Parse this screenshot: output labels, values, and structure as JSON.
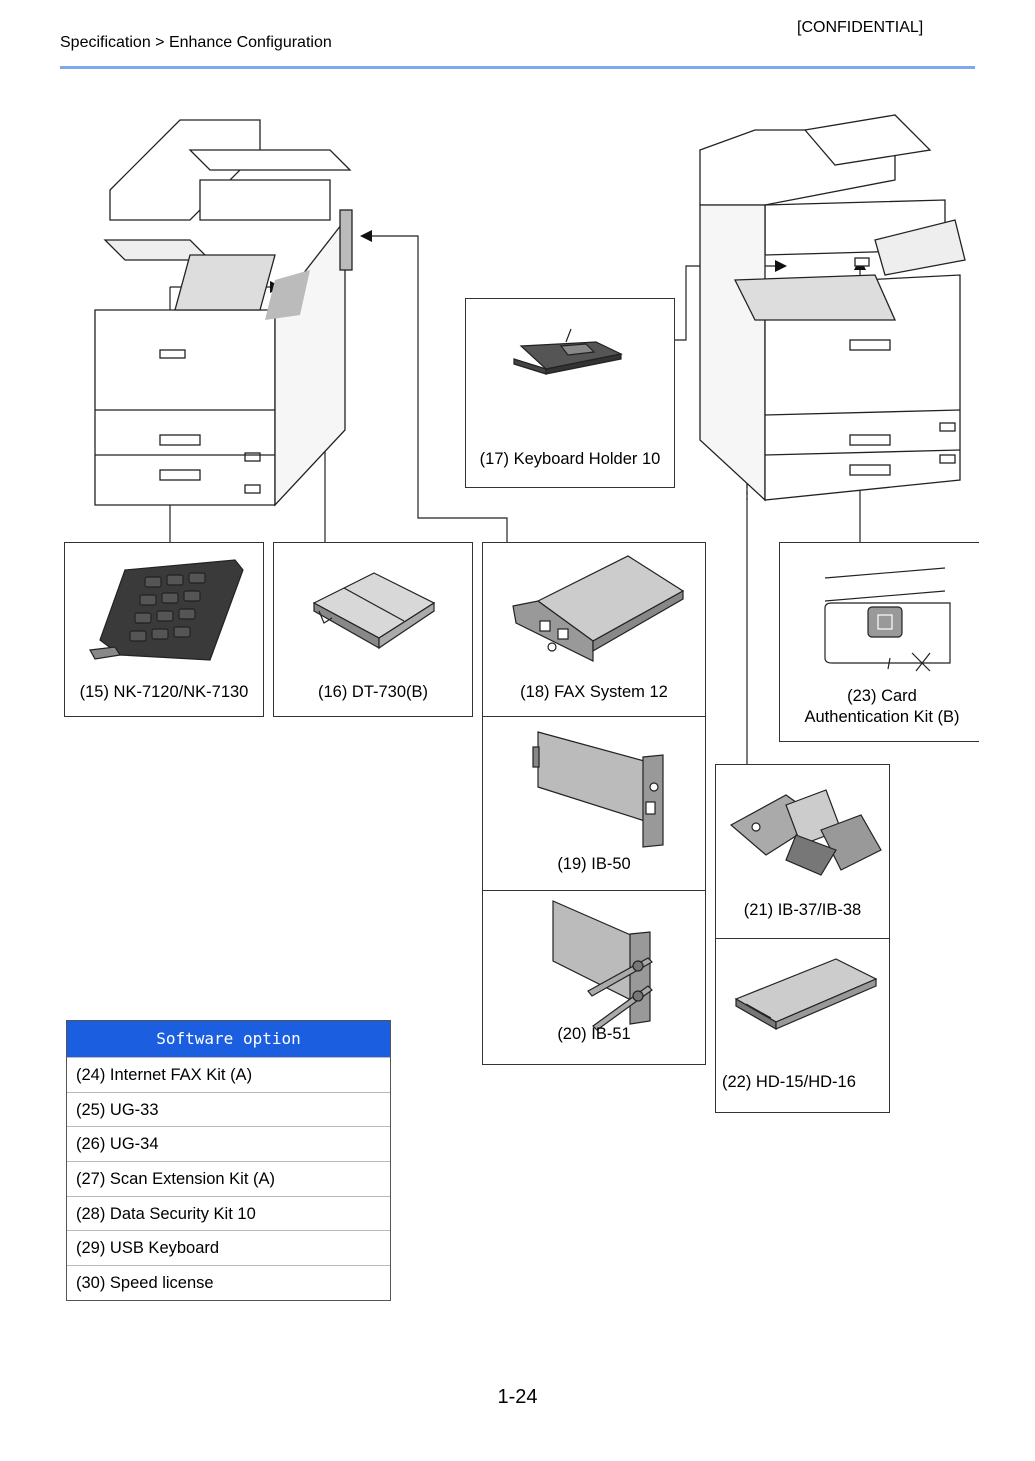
{
  "header": {
    "breadcrumb": "Specification > Enhance Configuration",
    "confidential": "[CONFIDENTIAL]"
  },
  "options": {
    "o15": "(15) NK-7120/NK-7130",
    "o16": "(16) DT-730(B)",
    "o17": "(17) Keyboard Holder 10",
    "o18": "(18) FAX System 12",
    "o19": "(19) IB-50",
    "o20": "(20) IB-51",
    "o21": "(21) IB-37/IB-38",
    "o22": "(22) HD-15/HD-16",
    "o23_line1": "(23) Card",
    "o23_line2": "Authentication Kit (B)"
  },
  "software": {
    "title": "Software option",
    "items": [
      "(24) Internet FAX Kit (A)",
      "(25) UG-33",
      "(26) UG-34",
      "(27) Scan Extension Kit (A)",
      "(28) Data Security Kit 10",
      "(29) USB Keyboard",
      "(30) Speed license"
    ]
  },
  "page_number": "1-24",
  "colors": {
    "header_rule": "#7fa6f0",
    "table_header": "#1b5fe0"
  }
}
